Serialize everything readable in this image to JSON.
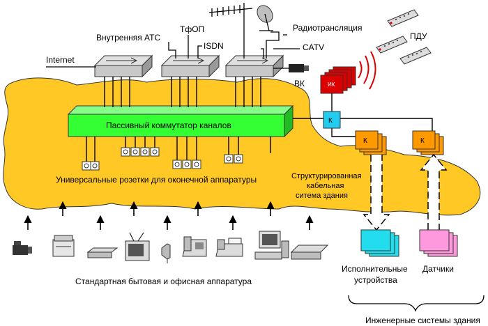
{
  "labels": {
    "internet": "Internet",
    "internal_pbx": "Внутренняя АТС",
    "pstn": "ТфОП",
    "isdn": "ISDN",
    "radio": "Радиотрансляция",
    "catv": "CATV",
    "remote_control": "ПДУ",
    "video_camera": "ВК",
    "ik_box": "ИК",
    "switch": "Пассивный коммутатор каналов",
    "k": "К",
    "outlets": "Универсальные розетки для оконечной аппаратуры",
    "scs_line1": "Структурированная",
    "scs_line2": "кабельная",
    "scs_line3": "ситема здания",
    "actuators_line1": "Исполнительные",
    "actuators_line2": "устройства",
    "sensors": "Датчики",
    "household": "Стандартная бытовая и офисная аппаратура",
    "engineering": "Инженерные системы здания"
  },
  "colors": {
    "blob": "#ffc825",
    "switch": "#33ff33",
    "ik": "#dd0000",
    "k_blue": "#22ccee",
    "k_orange": "#ff9900",
    "actuators": "#22ddee",
    "sensors": "#ff99dd",
    "hub": "#cfcfcf",
    "signal": "#dd0000"
  }
}
